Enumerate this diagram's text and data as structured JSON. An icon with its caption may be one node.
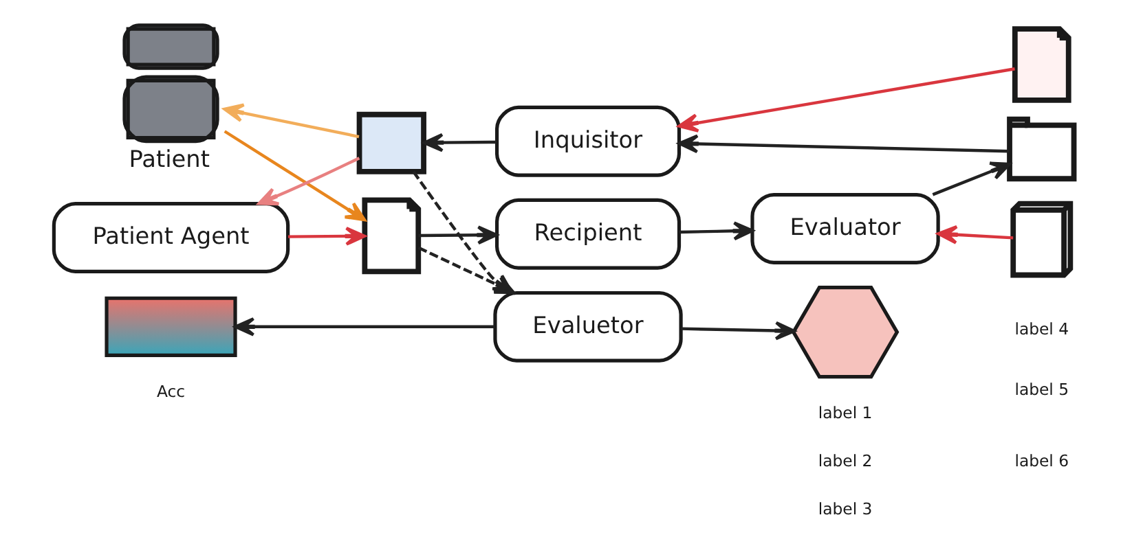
{
  "diagram": {
    "nodes": [
      {
        "text": [
          "Patient Agent"
        ]
      },
      {
        "text": [
          "Patient"
        ]
      },
      {
        "text": [],
        "shape": "document"
      },
      {
        "text": [
          "Recipient"
        ]
      },
      {
        "text": [
          "Evaluator"
        ]
      },
      {
        "text": [
          "Inquisitor"
        ]
      },
      {
        "text": [],
        "shape": "envelope"
      },
      {
        "text": [],
        "shape": "book"
      },
      {
        "text": [],
        "shape": "inbox"
      },
      {
        "text": [],
        "shape": "document"
      },
      {
        "text": [
          "Evaluetor"
        ]
      },
      {
        "text": [],
        "shape": "chart"
      },
      {
        "text": [],
        "shape": "hexagon"
      }
    ],
    "edges": [
      {
        "from": 0,
        "to": 2,
        "arrow": "to",
        "color": "#d9363e"
      },
      {
        "from": 6,
        "to": 0,
        "arrow": "to",
        "color": "#e88080"
      },
      {
        "from": 1,
        "to": 2,
        "arrow": "to",
        "color": "#e8861e"
      },
      {
        "from": 6,
        "to": 1,
        "arrow": "to",
        "color": "#f2ad5a"
      },
      {
        "from": 2,
        "to": 3,
        "arrow": "to"
      },
      {
        "from": 3,
        "to": 4,
        "arrow": "to"
      },
      {
        "from": 7,
        "to": 4,
        "arrow": "to",
        "color": "#d9363e"
      },
      {
        "from": 4,
        "to": 8,
        "arrow": "to"
      },
      {
        "from": 8,
        "to": 5,
        "arrow": "to"
      },
      {
        "from": 9,
        "to": 5,
        "arrow": "to",
        "color": "#d9363e"
      },
      {
        "from": 5,
        "to": 6,
        "arrow": "to"
      },
      {
        "from": 2,
        "to": 10,
        "arrow": "to",
        "style": "dashed"
      },
      {
        "from": 6,
        "to": 10,
        "arrow": "to",
        "style": "dashed"
      },
      {
        "from": 10,
        "to": 11,
        "arrow": "to"
      },
      {
        "from": 10,
        "to": 12,
        "arrow": "to"
      }
    ],
    "labels": [
      "Acc",
      "label 1",
      "label 2",
      "label 3",
      "label 4",
      "label 5",
      "label 6"
    ]
  }
}
